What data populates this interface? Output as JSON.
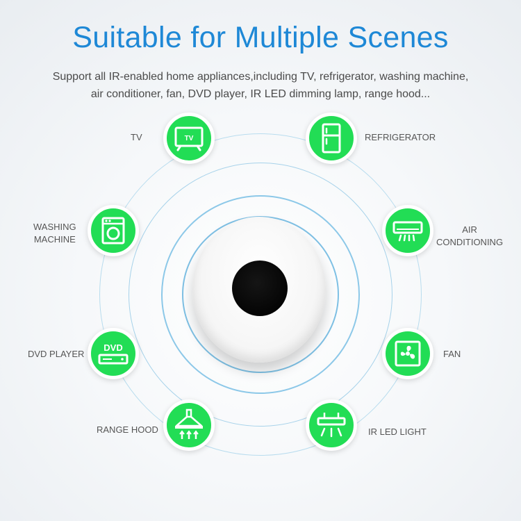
{
  "header": {
    "title": "Suitable for Multiple Scenes",
    "subtitle_line1": "Support  all IR-enabled home appliances,including TV, refrigerator, washing machine,",
    "subtitle_line2": "air conditioner, fan, DVD player, IR LED dimming lamp, range hood..."
  },
  "colors": {
    "title": "#1e88d6",
    "icon_bg": "#22dd55",
    "ring": "#8cc8e8"
  },
  "appliances": {
    "tv": {
      "label": "TV",
      "icon": "tv-icon",
      "icon_text": "TV"
    },
    "refrigerator": {
      "label": "REFRIGERATOR",
      "icon": "refrigerator-icon"
    },
    "washing": {
      "label_line1": "WASHING",
      "label_line2": "MACHINE",
      "icon": "washing-machine-icon"
    },
    "air": {
      "label_line1": "AIR",
      "label_line2": "CONDITIONING",
      "icon": "air-conditioner-icon"
    },
    "dvd": {
      "label": "DVD PLAYER",
      "icon": "dvd-player-icon",
      "icon_text": "DVD"
    },
    "fan": {
      "label": "FAN",
      "icon": "fan-icon"
    },
    "range_hood": {
      "label": "RANGE HOOD",
      "icon": "range-hood-icon"
    },
    "ir_led": {
      "label": "IR LED LIGHT",
      "icon": "ir-led-light-icon"
    }
  }
}
